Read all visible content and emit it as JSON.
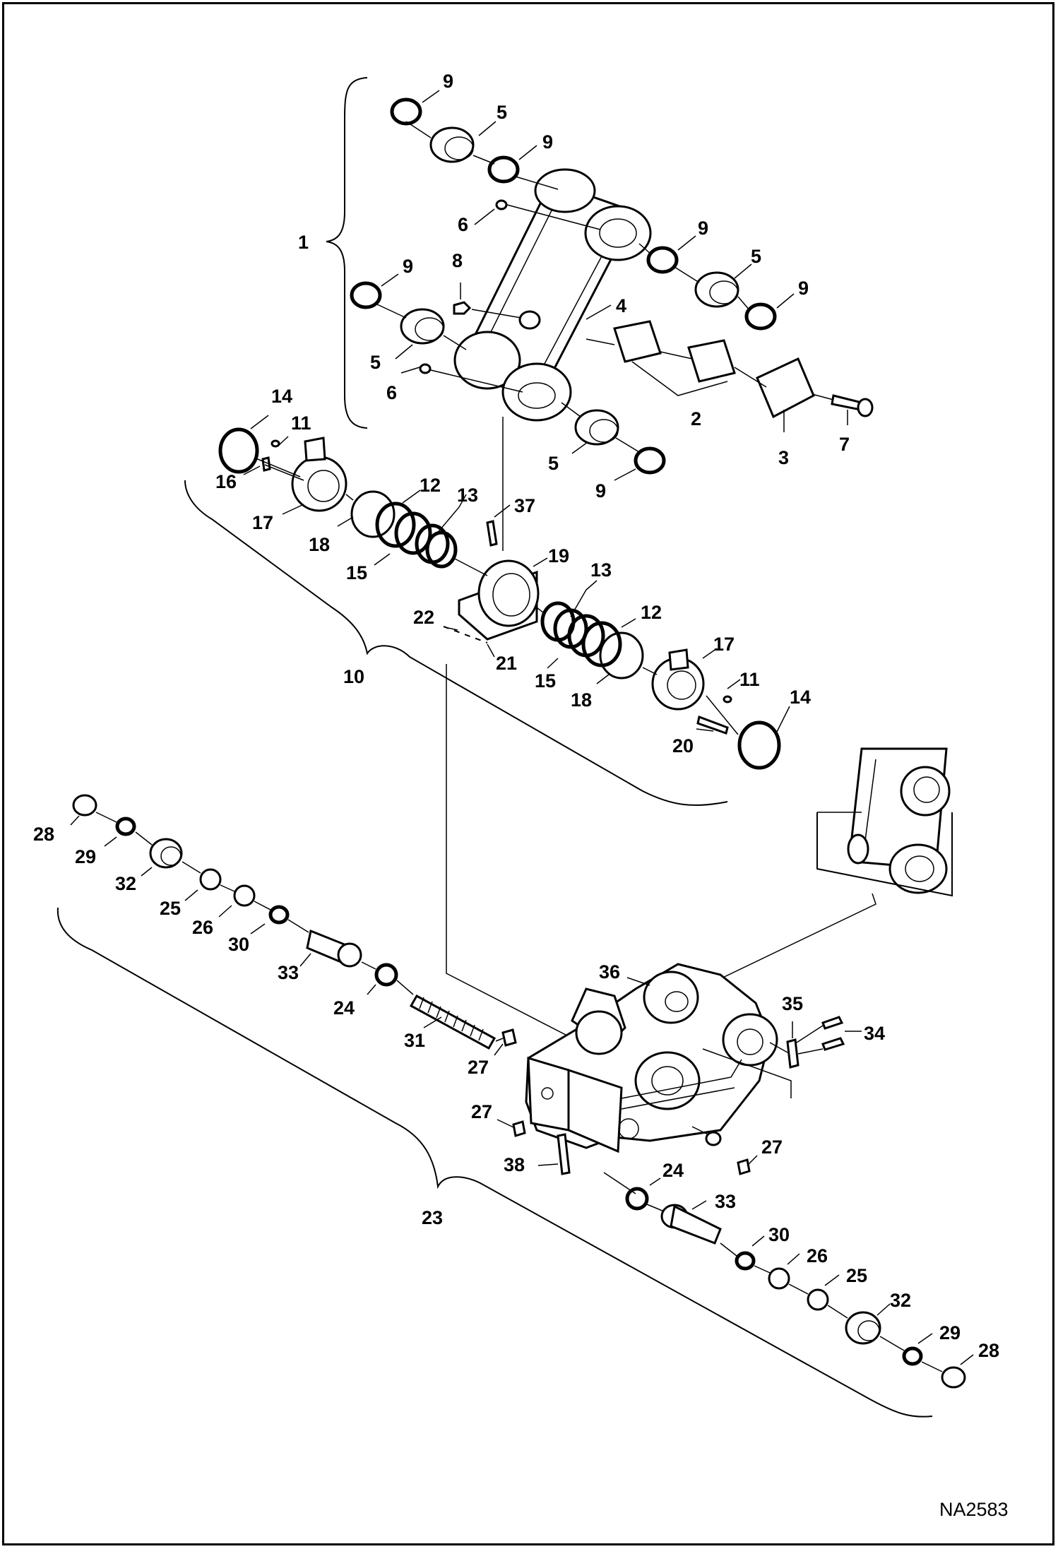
{
  "drawing_code": "NA2583",
  "groups": [
    {
      "id": "1",
      "parts": [
        "2",
        "3",
        "4",
        "5",
        "6",
        "7",
        "8",
        "9"
      ]
    },
    {
      "id": "10",
      "parts": [
        "11",
        "12",
        "13",
        "14",
        "15",
        "16",
        "17",
        "18",
        "19",
        "20",
        "21",
        "22",
        "37"
      ]
    },
    {
      "id": "23",
      "parts": [
        "24",
        "25",
        "26",
        "27",
        "28",
        "29",
        "30",
        "31",
        "32",
        "33",
        "34",
        "35",
        "36",
        "38"
      ]
    }
  ],
  "callouts": [
    {
      "n": "9"
    },
    {
      "n": "5"
    },
    {
      "n": "9"
    },
    {
      "n": "6"
    },
    {
      "n": "1"
    },
    {
      "n": "9"
    },
    {
      "n": "5"
    },
    {
      "n": "9"
    },
    {
      "n": "9"
    },
    {
      "n": "8"
    },
    {
      "n": "4"
    },
    {
      "n": "5"
    },
    {
      "n": "6"
    },
    {
      "n": "2"
    },
    {
      "n": "3"
    },
    {
      "n": "7"
    },
    {
      "n": "5"
    },
    {
      "n": "9"
    },
    {
      "n": "14"
    },
    {
      "n": "11"
    },
    {
      "n": "16"
    },
    {
      "n": "17"
    },
    {
      "n": "12"
    },
    {
      "n": "13"
    },
    {
      "n": "18"
    },
    {
      "n": "15"
    },
    {
      "n": "37"
    },
    {
      "n": "19"
    },
    {
      "n": "13"
    },
    {
      "n": "12"
    },
    {
      "n": "22"
    },
    {
      "n": "21"
    },
    {
      "n": "10"
    },
    {
      "n": "15"
    },
    {
      "n": "18"
    },
    {
      "n": "17"
    },
    {
      "n": "11"
    },
    {
      "n": "14"
    },
    {
      "n": "20"
    },
    {
      "n": "28"
    },
    {
      "n": "29"
    },
    {
      "n": "32"
    },
    {
      "n": "25"
    },
    {
      "n": "26"
    },
    {
      "n": "30"
    },
    {
      "n": "33"
    },
    {
      "n": "24"
    },
    {
      "n": "36"
    },
    {
      "n": "35"
    },
    {
      "n": "34"
    },
    {
      "n": "31"
    },
    {
      "n": "27"
    },
    {
      "n": "27"
    },
    {
      "n": "27"
    },
    {
      "n": "38"
    },
    {
      "n": "24"
    },
    {
      "n": "33"
    },
    {
      "n": "23"
    },
    {
      "n": "30"
    },
    {
      "n": "26"
    },
    {
      "n": "25"
    },
    {
      "n": "32"
    },
    {
      "n": "29"
    },
    {
      "n": "28"
    }
  ]
}
